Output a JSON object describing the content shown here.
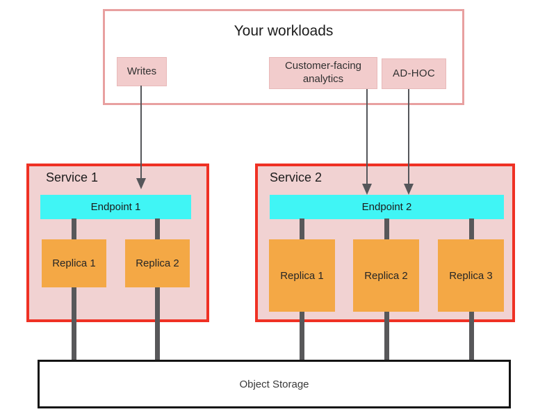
{
  "workloads": {
    "title": "Your workloads",
    "items": [
      {
        "label": "Writes"
      },
      {
        "label": "Customer-facing analytics"
      },
      {
        "label": "AD-HOC"
      }
    ]
  },
  "services": [
    {
      "title": "Service 1",
      "endpoint": "Endpoint 1",
      "replicas": [
        "Replica 1",
        "Replica 2"
      ]
    },
    {
      "title": "Service 2",
      "endpoint": "Endpoint 2",
      "replicas": [
        "Replica 1",
        "Replica 2",
        "Replica 3"
      ]
    }
  ],
  "storage": {
    "label": "Object Storage"
  },
  "connections": [
    "Writes -> Endpoint 1",
    "Customer-facing analytics -> Endpoint 2",
    "AD-HOC -> Endpoint 2",
    "Endpoint 1 -> Replica 1, Replica 2",
    "Endpoint 2 -> Replica 1, Replica 2, Replica 3",
    "All replicas -> Object Storage"
  ],
  "colors": {
    "workloads-border": "#e8a0a0",
    "pink-fill": "#f2cccc",
    "pink-box-border": "#e9b9b9",
    "service-border": "#ef3124",
    "service-fill": "#f1d2d2",
    "endpoint-fill": "#40f5f5",
    "replica-fill": "#f4a845",
    "connector": "#58585a",
    "arrow": "#55565a",
    "storage-border": "#141414",
    "text-dark": "#1c1c1c",
    "text-label": "#303030"
  }
}
